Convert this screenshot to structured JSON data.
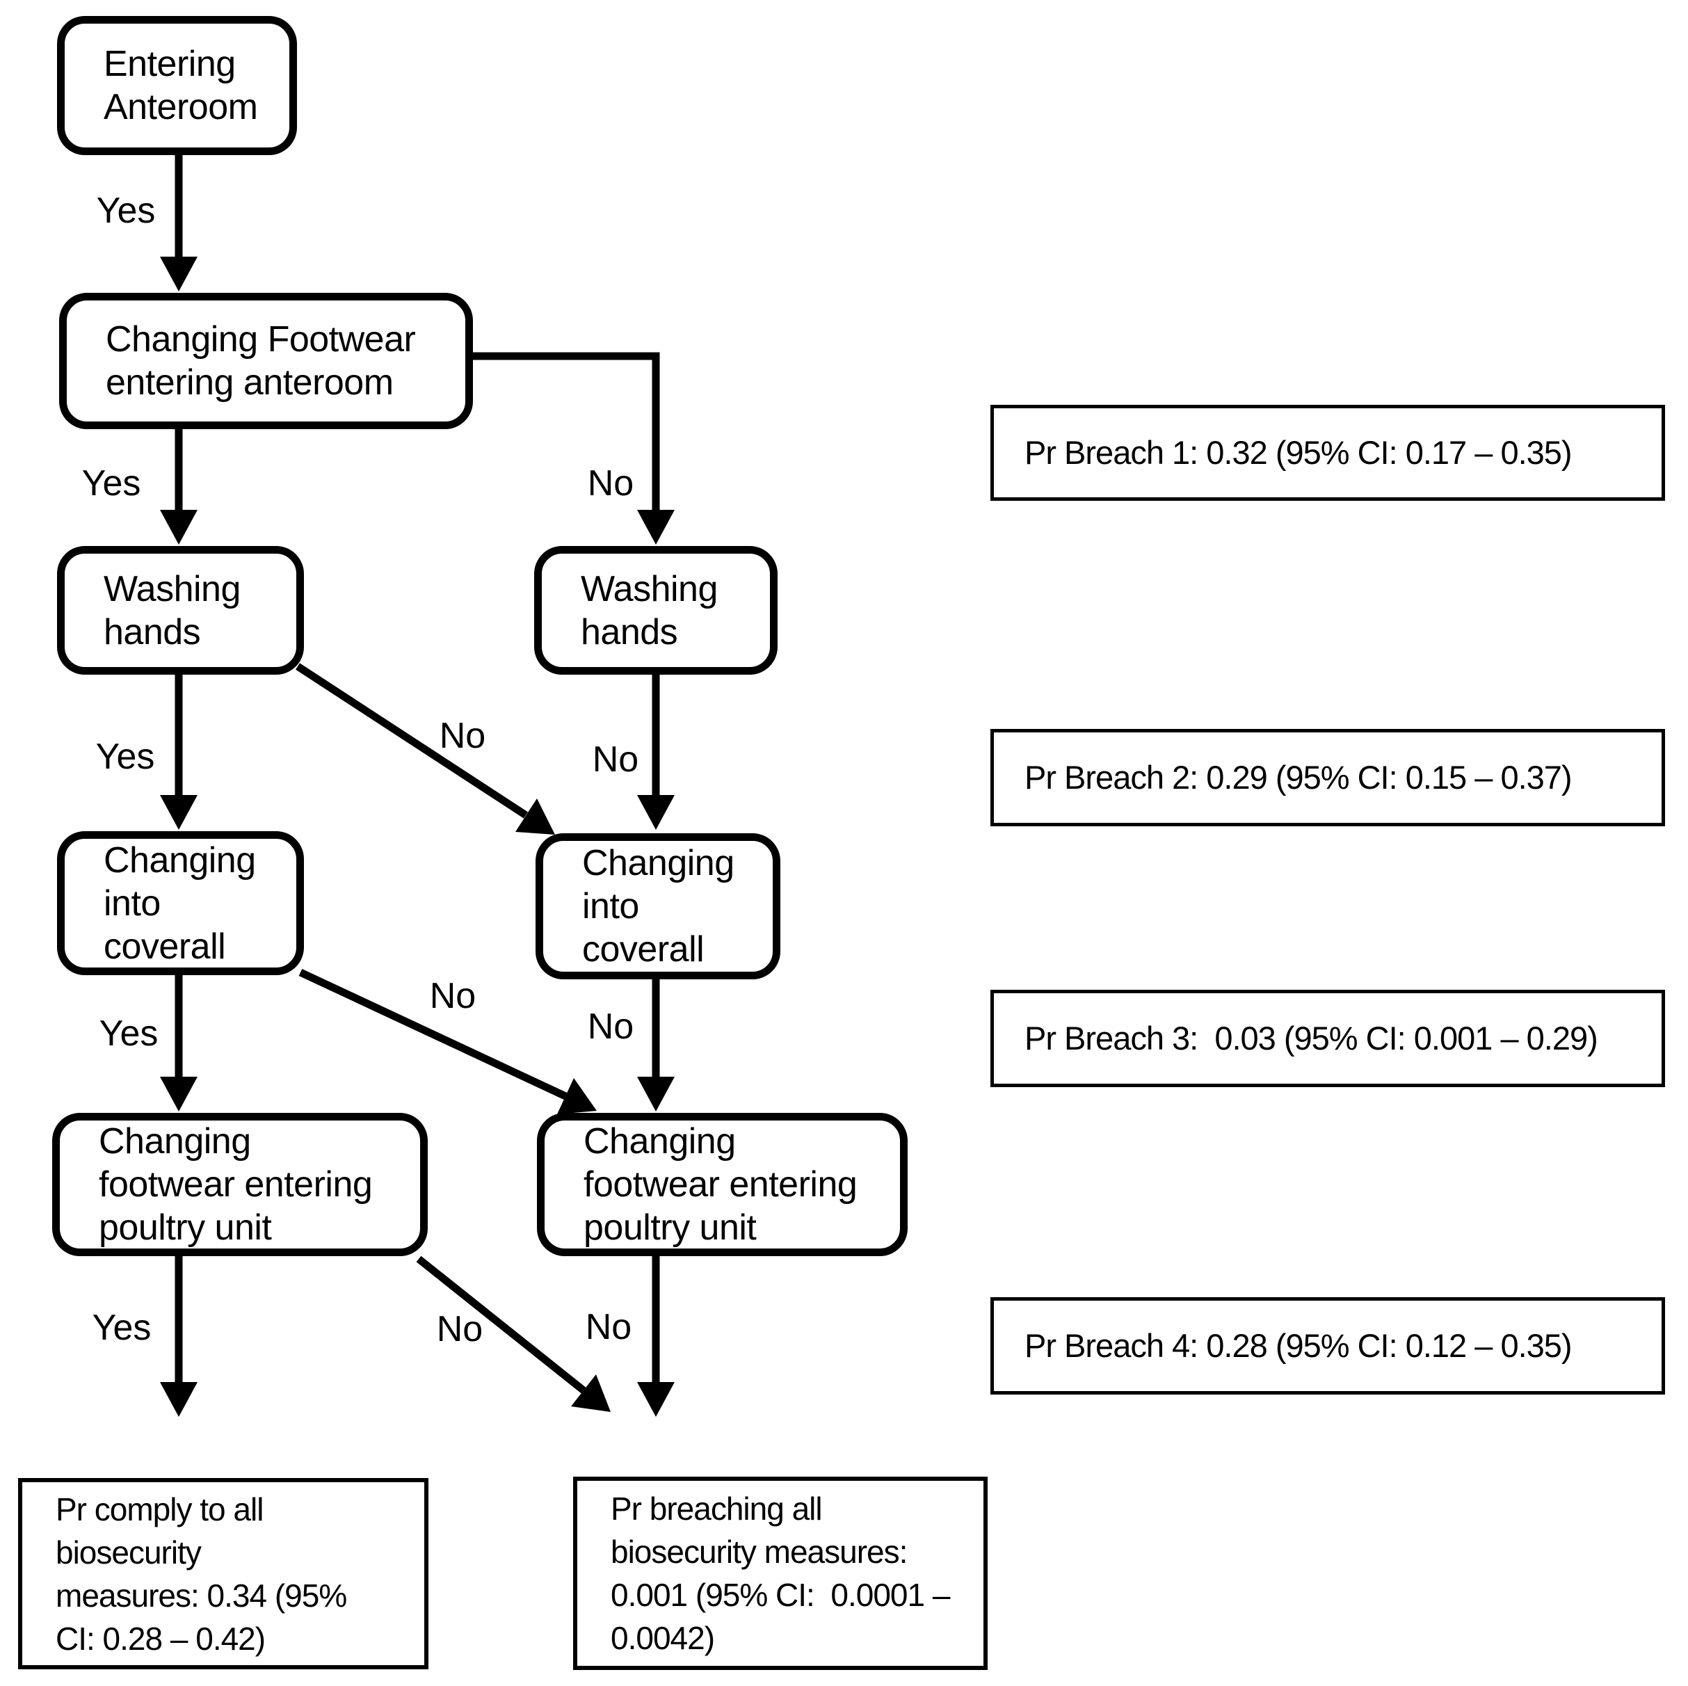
{
  "flowchart": {
    "nodes": {
      "entering_anteroom": "Entering\nAnteroom",
      "changing_footwear_anteroom": "Changing Footwear\nentering anteroom",
      "washing_hands_left": "Washing\nhands",
      "washing_hands_right": "Washing\nhands",
      "changing_coverall_left": "Changing\ninto\ncoverall",
      "changing_coverall_right": "Changing\ninto\ncoverall",
      "changing_footwear_poultry_left": "Changing\nfootwear entering\npoultry unit",
      "changing_footwear_poultry_right": "Changing\nfootwear entering\npoultry unit"
    },
    "outcomes": {
      "comply_all": "Pr comply to all\nbiosecurity\nmeasures: 0.34 (95%\nCI: 0.28 – 0.42)",
      "breach_all": "Pr breaching all\nbiosecurity measures:\n0.001 (95% CI:  0.0001 –\n0.0042)"
    },
    "breach_probabilities": [
      {
        "label": "Pr Breach 1: 0.32 (95% CI: 0.17 – 0.35)"
      },
      {
        "label": "Pr Breach 2: 0.29 (95% CI: 0.15 – 0.37)"
      },
      {
        "label": "Pr Breach 3:  0.03 (95% CI: 0.001 – 0.29)"
      },
      {
        "label": "Pr Breach 4: 0.28 (95% CI: 0.12 – 0.35)"
      }
    ],
    "edge_labels": {
      "entering_anteroom_yes": "Yes",
      "changing_footwear_yes": "Yes",
      "changing_footwear_no": "No",
      "washing_hands_yes": "Yes",
      "washing_hands_no_diagonal": "No",
      "washing_hands_no_vertical": "No",
      "coverall_yes": "Yes",
      "coverall_no_diagonal": "No",
      "coverall_no_vertical": "No",
      "poultry_yes": "Yes",
      "poultry_no_diagonal": "No",
      "poultry_no_vertical": "No"
    },
    "colors": {
      "line": "#000000",
      "box_fill": "#ffffff",
      "background": "#ffffff"
    }
  }
}
